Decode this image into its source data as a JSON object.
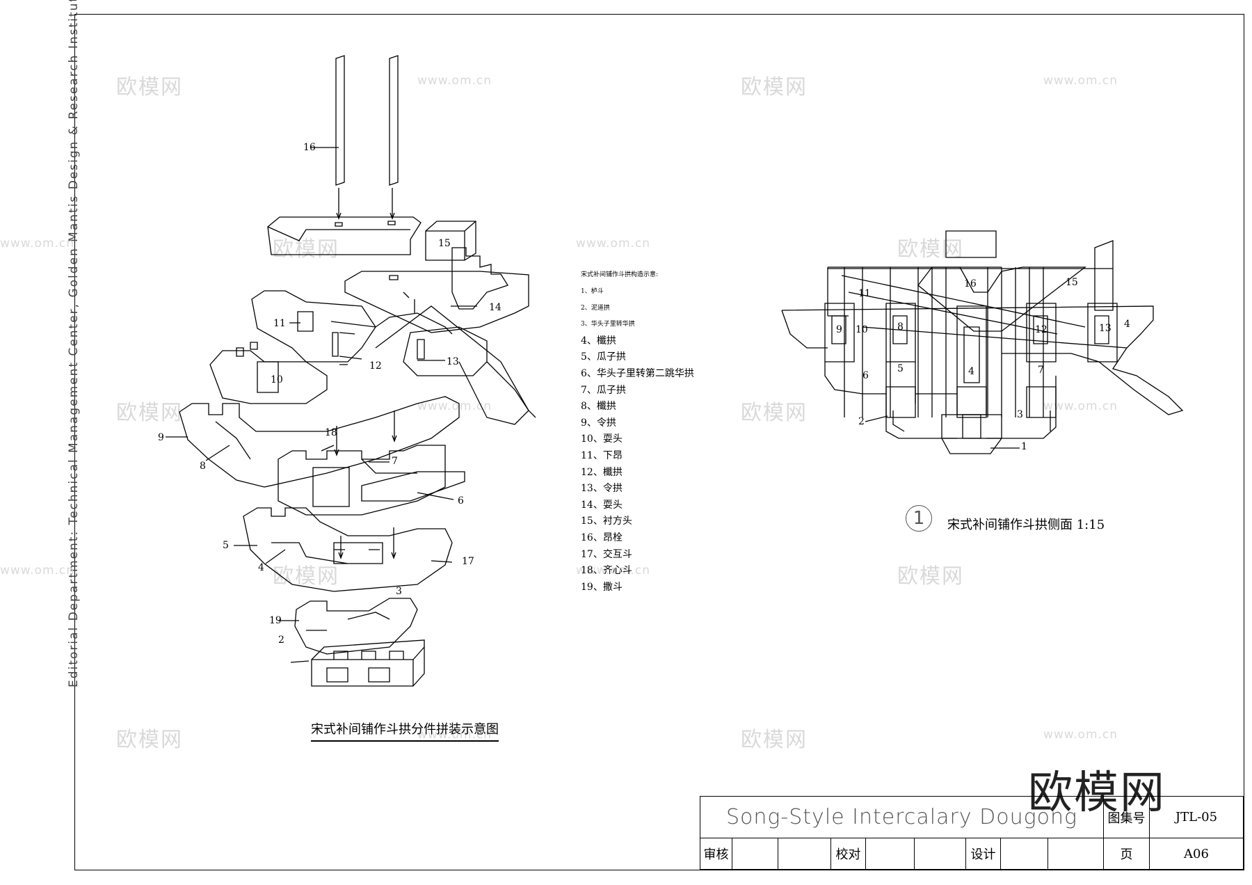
{
  "sidebar": {
    "vertical_text": "Editorial Department: Technical Management Center, Golden Mantis Design & Research Institute"
  },
  "drawing": {
    "left_caption": "宋式补间铺作斗拱分件拼装示意图",
    "right_callout_number": "1",
    "right_caption": "宋式补间铺作斗拱侧面 1:15"
  },
  "legend": {
    "head": "宋式补间铺作斗拱构造示意:",
    "items": [
      "1、栌斗",
      "2、泥道拱",
      "3、华头子里转华拱",
      "4、櫼拱",
      "5、瓜子拱",
      "6、华头子里转第二跳华拱",
      "7、瓜子拱",
      "8、櫼拱",
      "9、令拱",
      "10、耍头",
      "11、下昂",
      "12、櫼拱",
      "13、令拱",
      "14、耍头",
      "15、衬方头",
      "16、昂栓",
      "17、交互斗",
      "18、齐心斗",
      "19、撒斗"
    ]
  },
  "exploded_labels": [
    "16",
    "15",
    "14",
    "11",
    "12",
    "13",
    "10",
    "9",
    "8",
    "18",
    "7",
    "6",
    "5",
    "4",
    "17",
    "3",
    "19",
    "2"
  ],
  "section_labels": [
    "11",
    "16",
    "15",
    "9",
    "10",
    "8",
    "12",
    "13",
    "4",
    "6",
    "5",
    "4",
    "7",
    "2",
    "3",
    "1"
  ],
  "watermarks": {
    "cn": "欧模网",
    "url": "www.om.cn",
    "brand": "欧模网"
  },
  "titleblock": {
    "title": "Song-Style Intercalary Dougong",
    "atlas_label": "图集号",
    "atlas_value": "JTL-05",
    "review_label": "审核",
    "check_label": "校对",
    "design_label": "设计",
    "page_label": "页",
    "page_value": "A06"
  }
}
